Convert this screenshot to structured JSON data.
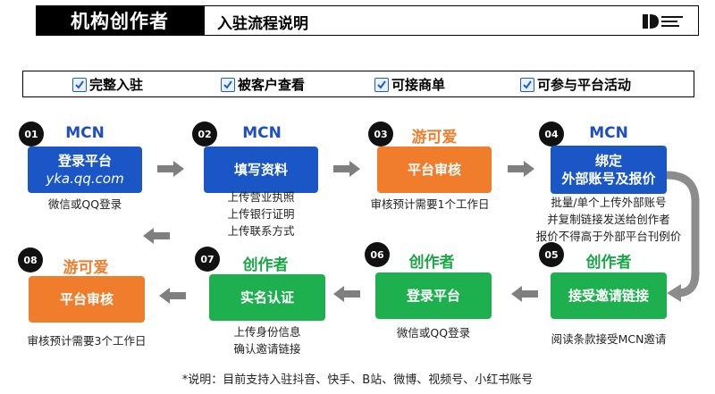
{
  "header": {
    "title": "机构创作者",
    "subtitle": "入驻流程说明"
  },
  "features": [
    "完整入驻",
    "被客户查看",
    "可接商单",
    "可参与平台活动"
  ],
  "steps": [
    {
      "num": "01",
      "role": "MCN",
      "box_lines": [
        "登录平台",
        "yka.qq.com"
      ],
      "notes": [
        "微信或QQ登录"
      ]
    },
    {
      "num": "02",
      "role": "MCN",
      "box_lines": [
        "填写资料"
      ],
      "notes": [
        "上传营业执照",
        "上传银行证明",
        "上传联系方式"
      ]
    },
    {
      "num": "03",
      "role": "游可爱",
      "box_lines": [
        "平台审核"
      ],
      "notes": [
        "审核预计需要1个工作日"
      ]
    },
    {
      "num": "04",
      "role": "MCN",
      "box_lines": [
        "绑定",
        "外部账号及报价"
      ],
      "notes": [
        "批量/单个上传外部账号",
        "并复制链接发送给创作者",
        "报价不得高于外部平台刊例价"
      ]
    },
    {
      "num": "05",
      "role": "创作者",
      "box_lines": [
        "接受邀请链接"
      ],
      "notes": [
        "阅读条款接受MCN邀请"
      ]
    },
    {
      "num": "06",
      "role": "创作者",
      "box_lines": [
        "登录平台"
      ],
      "notes": [
        "微信或QQ登录"
      ]
    },
    {
      "num": "07",
      "role": "创作者",
      "box_lines": [
        "实名认证"
      ],
      "notes": [
        "上传身份信息",
        "确认邀请链接"
      ]
    },
    {
      "num": "08",
      "role": "游可爱",
      "box_lines": [
        "平台审核"
      ],
      "notes": [
        "审核预计需要3个工作日"
      ]
    }
  ],
  "footer": "*说明：目前支持入驻抖音、快手、B站、微博、视频号、小红书账号",
  "colors": {
    "blue": "#1b56c6",
    "orange": "#ef7d2c",
    "green": "#1eb04e",
    "arrow": "#7f7f7f"
  }
}
